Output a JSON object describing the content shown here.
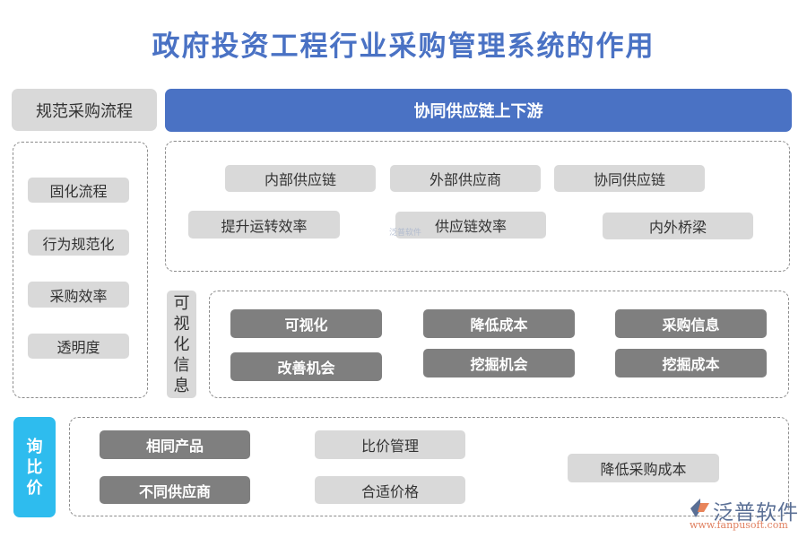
{
  "title": "政府投资工程行业采购管理系统的作用",
  "left_section": {
    "header": "规范采购流程",
    "items": [
      "固化流程",
      "行为规范化",
      "采购效率",
      "透明度"
    ]
  },
  "supply_chain": {
    "header": "协同供应链上下游",
    "row1": [
      "内部供应链",
      "外部供应商",
      "协同供应链"
    ],
    "row2": [
      "提升运转效率",
      "供应链效率",
      "内外桥梁"
    ]
  },
  "visual_info": {
    "label_chars": [
      "可",
      "视",
      "化",
      "信",
      "息"
    ],
    "row1": [
      "可视化",
      "降低成本",
      "采购信息"
    ],
    "row2": [
      "改善机会",
      "挖掘机会",
      "挖掘成本"
    ]
  },
  "price_comparison": {
    "label_chars": [
      "询",
      "比",
      "价"
    ],
    "dark_items": [
      "相同产品",
      "不同供应商"
    ],
    "light_items": [
      "比价管理",
      "合适价格"
    ],
    "result": "降低采购成本"
  },
  "watermark": {
    "center_text": "泛普软件",
    "logo_name": "泛普软件",
    "logo_url": "www.fanpusoft.com"
  },
  "colors": {
    "title": "#4a72c4",
    "header_blue": "#4a72c4",
    "label_cyan": "#2ebcee",
    "light_pill": "#d9d9d9",
    "dark_pill": "#7f7f7f"
  }
}
